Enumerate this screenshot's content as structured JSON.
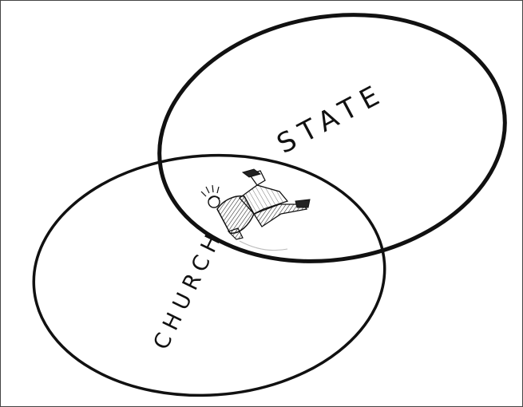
{
  "diagram": {
    "type": "venn",
    "sets": [
      {
        "label": "STATE"
      },
      {
        "label": "CHURCH"
      }
    ],
    "intersection": {
      "content": "climbing-figure-illustration"
    },
    "colors": {
      "ink": "#111111",
      "background": "#ffffff",
      "border": "#444444"
    }
  }
}
